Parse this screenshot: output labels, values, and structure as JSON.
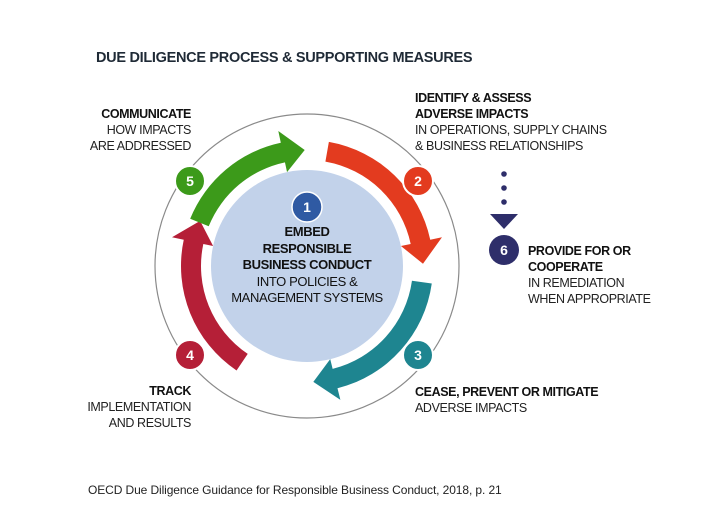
{
  "title": "DUE DILIGENCE PROCESS & SUPPORTING MEASURES",
  "colors": {
    "step1": "#2f5aa3",
    "step2": "#e33b1f",
    "step3": "#1e8590",
    "step4": "#b51f37",
    "step5": "#3c9a1a",
    "step6": "#2e2e6a",
    "center_fill": "#c2d2ea",
    "ring": "#8a8a8a"
  },
  "steps": [
    {
      "number": "1",
      "bold": [
        "EMBED",
        "RESPONSIBLE",
        "BUSINESS CONDUCT"
      ],
      "normal": [
        "INTO POLICIES &",
        "MANAGEMENT SYSTEMS"
      ]
    },
    {
      "number": "2",
      "bold": [
        "IDENTIFY & ASSESS",
        "ADVERSE IMPACTS"
      ],
      "normal": [
        "IN OPERATIONS, SUPPLY CHAINS",
        "& BUSINESS RELATIONSHIPS"
      ]
    },
    {
      "number": "3",
      "bold": [
        "CEASE, PREVENT OR MITIGATE"
      ],
      "normal": [
        "ADVERSE IMPACTS"
      ]
    },
    {
      "number": "4",
      "bold": [
        "TRACK"
      ],
      "normal": [
        "IMPLEMENTATION",
        "AND RESULTS"
      ]
    },
    {
      "number": "5",
      "bold": [
        "COMMUNICATE"
      ],
      "normal": [
        "HOW IMPACTS",
        "ARE ADDRESSED"
      ]
    },
    {
      "number": "6",
      "bold": [
        "PROVIDE FOR OR",
        "COOPERATE"
      ],
      "normal": [
        "IN REMEDIATION",
        "WHEN APPROPRIATE"
      ]
    }
  ],
  "caption": "OECD Due Diligence Guidance for Responsible Business Conduct, 2018, p. 21"
}
